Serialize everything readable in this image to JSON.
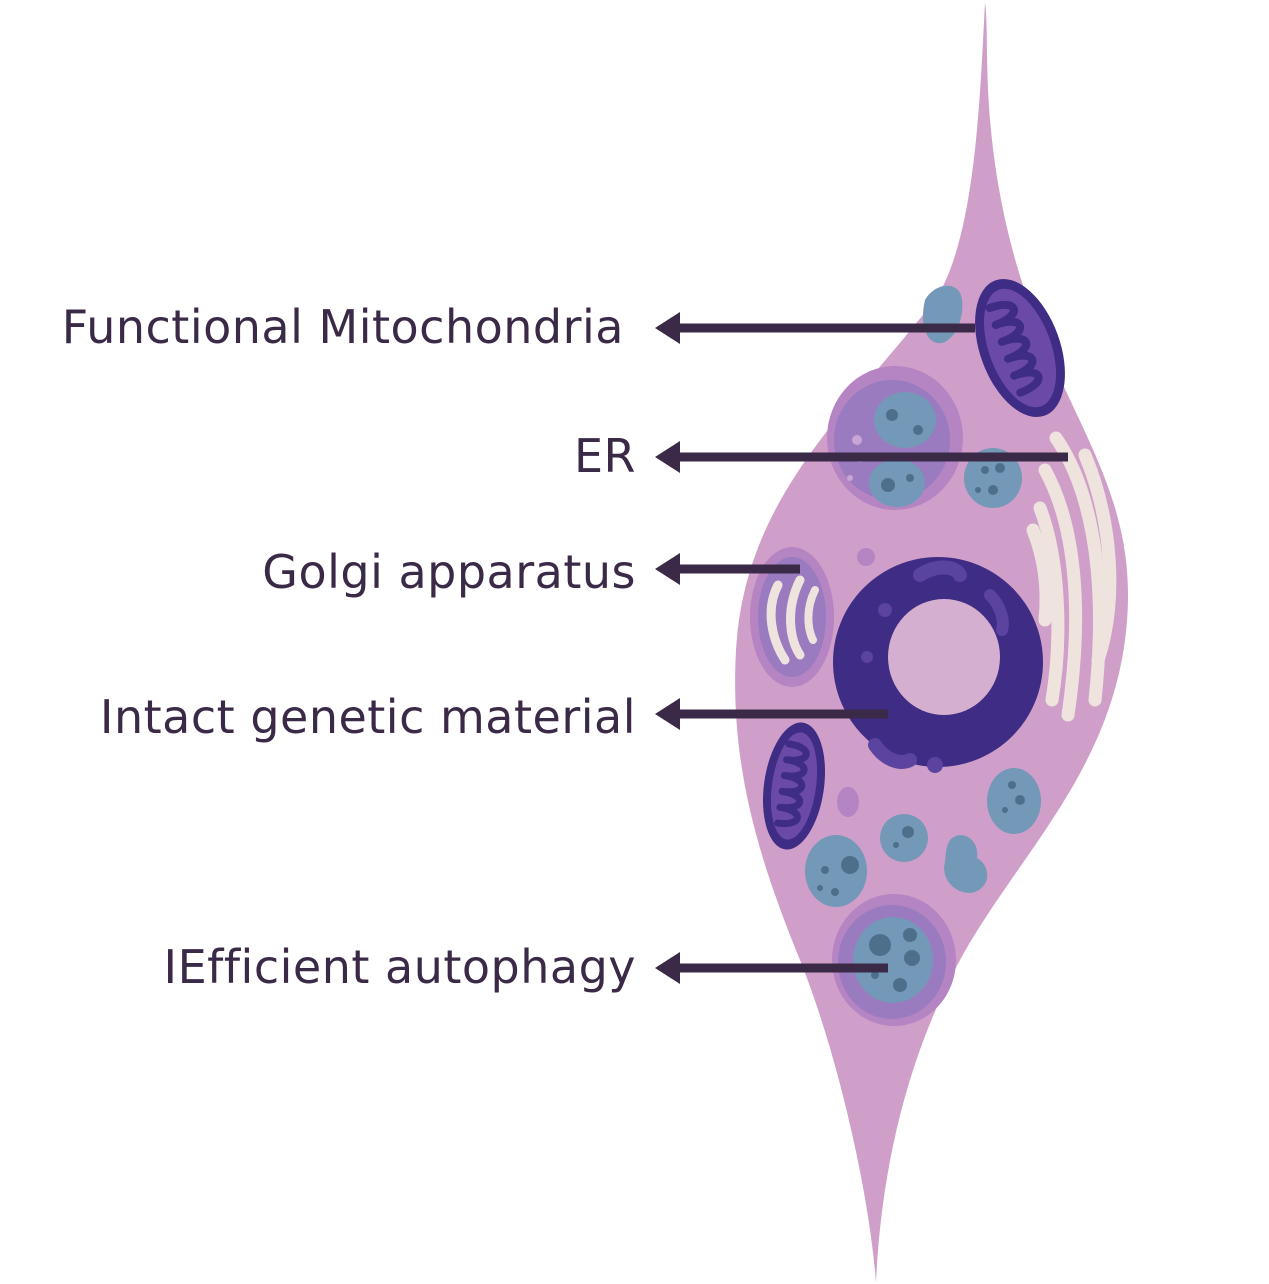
{
  "colors": {
    "cell": "#cf9fca",
    "mito_fill": "#3f2c84",
    "mito_inner": "#6a4aa6",
    "vesicle": "#7498b8",
    "vesicle_dot": "#4e6f8c",
    "lysosome_ring": "#9a7bbf",
    "lysosome_ring_inner": "#8a6db3",
    "nucleus_ring": "#3f2c84",
    "nucleus_center": "#d4afd0",
    "er_stripes": "#efe3de",
    "text": "#3a2a48",
    "arrow": "#3a2a48"
  },
  "labels": [
    {
      "id": "mitochondria",
      "text": "Functional Mitochondria"
    },
    {
      "id": "er",
      "text": "ER"
    },
    {
      "id": "golgi",
      "text": "Golgi apparatus"
    },
    {
      "id": "genetic",
      "text": "Intact genetic material"
    },
    {
      "id": "autophagy",
      "text": "IEfficient autophagy"
    }
  ]
}
